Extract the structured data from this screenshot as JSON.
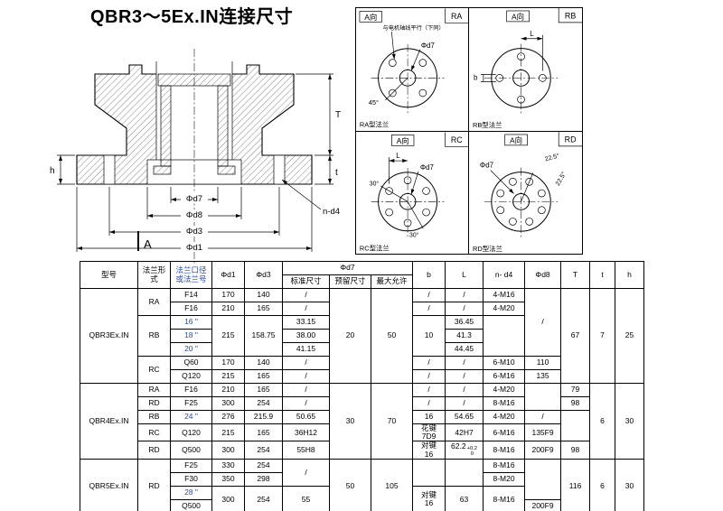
{
  "title": "QBR3～5Ex.IN连接尺寸",
  "drawing": {
    "dims": {
      "d7": "Φd7",
      "d8": "Φd8",
      "d3": "Φd3",
      "d1": "Φd1"
    },
    "T": "T",
    "t": "t",
    "h": "h",
    "nd4": "n-d4",
    "view": "A"
  },
  "views": {
    "ra": {
      "tag": "A向",
      "corner": "RA",
      "note": "与电机轴线平行（下同）",
      "d7": "Φd7",
      "angle": "45°",
      "caption": "RA型法兰"
    },
    "rb": {
      "tag": "A向",
      "corner": "RB",
      "b": "b",
      "L": "L",
      "caption": "RB型法兰"
    },
    "rc": {
      "tag": "A向",
      "corner": "RC",
      "d7": "Φd7",
      "L": "L",
      "angle1": "30°",
      "angle2": "30°",
      "caption": "RC型法兰"
    },
    "rd": {
      "tag": "A向",
      "corner": "RD",
      "d7": "Φd7",
      "angle1": "22.5°",
      "angle2": "22.5°",
      "caption": "RD型法兰"
    }
  },
  "table": {
    "header": [
      [
        {
          "t": "型号",
          "rs": 2
        },
        {
          "t": "法兰形\n式",
          "rs": 2
        },
        {
          "t": "法兰口径\n或法兰号",
          "rs": 2,
          "c": "bl"
        },
        {
          "t": "Φd1",
          "rs": 2
        },
        {
          "t": "Φd3",
          "rs": 2
        },
        {
          "t": "Φd7",
          "cs": 3
        },
        {
          "t": "b",
          "rs": 2
        },
        {
          "t": "L",
          "rs": 2
        },
        {
          "t": "n- d4",
          "rs": 2
        },
        {
          "t": "Φd8",
          "rs": 2
        },
        {
          "t": "T",
          "rs": 2
        },
        {
          "t": "t",
          "rs": 2
        },
        {
          "t": "h",
          "rs": 2
        }
      ],
      [
        {
          "t": "标准尺寸"
        },
        {
          "t": "预留尺寸"
        },
        {
          "t": "最大允许"
        }
      ]
    ],
    "rows": [
      [
        {
          "t": "QBR3Ex.IN",
          "rs": 7
        },
        {
          "t": "RA",
          "rs": 2
        },
        {
          "t": "F14"
        },
        {
          "t": "170"
        },
        {
          "t": "140"
        },
        {
          "t": "/"
        },
        {
          "t": "20",
          "rs": 7
        },
        {
          "t": "50",
          "rs": 7
        },
        {
          "t": "/"
        },
        {
          "t": "/"
        },
        {
          "t": "4-M16"
        },
        {
          "t": "/",
          "rs": 5
        },
        {
          "t": "67",
          "rs": 7
        },
        {
          "t": "7",
          "rs": 7
        },
        {
          "t": "25",
          "rs": 7
        }
      ],
      [
        {
          "t": "F16"
        },
        {
          "t": "210"
        },
        {
          "t": "165"
        },
        {
          "t": "/"
        },
        {
          "t": "/"
        },
        {
          "t": "/"
        },
        {
          "t": "4-M20"
        }
      ],
      [
        {
          "t": "RB",
          "rs": 3
        },
        {
          "t": "16 \"",
          "c": "bl"
        },
        {
          "t": "215",
          "rs": 3
        },
        {
          "t": "158.75",
          "rs": 3
        },
        {
          "t": "33.15"
        },
        {
          "t": "10",
          "rs": 3
        },
        {
          "t": "36.45"
        },
        {
          "t": "",
          "rs": 3
        }
      ],
      [
        {
          "t": "18 \"",
          "c": "bl"
        },
        {
          "t": "38.00"
        },
        {
          "t": "41.3"
        }
      ],
      [
        {
          "t": "20 \"",
          "c": "bl"
        },
        {
          "t": "41.15"
        },
        {
          "t": "44.45"
        }
      ],
      [
        {
          "t": "RC",
          "rs": 2
        },
        {
          "t": "Q60"
        },
        {
          "t": "170"
        },
        {
          "t": "140"
        },
        {
          "t": "/"
        },
        {
          "t": "/"
        },
        {
          "t": "/"
        },
        {
          "t": "6-M10"
        },
        {
          "t": "110"
        }
      ],
      [
        {
          "t": "Q120"
        },
        {
          "t": "215"
        },
        {
          "t": "165"
        },
        {
          "t": "/"
        },
        {
          "t": "/"
        },
        {
          "t": "/"
        },
        {
          "t": "6-M16"
        },
        {
          "t": "135"
        }
      ],
      [
        {
          "t": "QBR4Ex.IN",
          "rs": 5
        },
        {
          "t": "RA"
        },
        {
          "t": "F16"
        },
        {
          "t": "210"
        },
        {
          "t": "165"
        },
        {
          "t": "/"
        },
        {
          "t": "30",
          "rs": 5
        },
        {
          "t": "70",
          "rs": 5
        },
        {
          "t": "/"
        },
        {
          "t": "/"
        },
        {
          "t": "4-M20"
        },
        {
          "t": "",
          "rs": 2
        },
        {
          "t": "79"
        },
        {
          "t": "6",
          "rs": 5
        },
        {
          "t": "30",
          "rs": 5
        }
      ],
      [
        {
          "t": "RD"
        },
        {
          "t": "F25"
        },
        {
          "t": "300"
        },
        {
          "t": "254"
        },
        {
          "t": "/"
        },
        {
          "t": "/"
        },
        {
          "t": "/"
        },
        {
          "t": "8-M16"
        },
        {
          "t": "98"
        }
      ],
      [
        {
          "t": "RB"
        },
        {
          "t": "24 \"",
          "c": "bl"
        },
        {
          "t": "276"
        },
        {
          "t": "215.9"
        },
        {
          "t": "50.65"
        },
        {
          "t": "16"
        },
        {
          "t": "54.65"
        },
        {
          "t": "4-M20"
        },
        {
          "t": "/"
        },
        {
          "t": "",
          "rs": 2
        }
      ],
      [
        {
          "t": "RC"
        },
        {
          "t": "Q120"
        },
        {
          "t": "215"
        },
        {
          "t": "165"
        },
        {
          "t": "36H12"
        },
        {
          "t": "花键\n7D9"
        },
        {
          "t": "42H7"
        },
        {
          "t": "6-M16"
        },
        {
          "t": "135F9"
        }
      ],
      [
        {
          "t": "RD"
        },
        {
          "t": "Q500"
        },
        {
          "t": "300"
        },
        {
          "t": "254"
        },
        {
          "t": "55H8"
        },
        {
          "t": "对键\n16"
        },
        {
          "t": "62.2",
          "sup": "+0.2",
          "sub": "0"
        },
        {
          "t": "8-M16"
        },
        {
          "t": "200F9"
        },
        {
          "t": "98"
        }
      ],
      [
        {
          "t": "QBR5Ex.IN",
          "rs": 4
        },
        {
          "t": "RD",
          "rs": 4
        },
        {
          "t": "F25"
        },
        {
          "t": "330"
        },
        {
          "t": "254"
        },
        {
          "t": "/",
          "rs": 2
        },
        {
          "t": "50",
          "rs": 4
        },
        {
          "t": "105",
          "rs": 4
        },
        {
          "t": "",
          "rs": 2
        },
        {
          "t": "",
          "rs": 2
        },
        {
          "t": "8-M16"
        },
        {
          "t": "",
          "rs": 3
        },
        {
          "t": "116",
          "rs": 4
        },
        {
          "t": "6",
          "rs": 4
        },
        {
          "t": "30",
          "rs": 4
        }
      ],
      [
        {
          "t": "F30"
        },
        {
          "t": "350"
        },
        {
          "t": "298"
        },
        {
          "t": "8-M20"
        }
      ],
      [
        {
          "t": "28 \"",
          "c": "bl"
        },
        {
          "t": "300",
          "rs": 2
        },
        {
          "t": "254",
          "rs": 2
        },
        {
          "t": "55",
          "rs": 2
        },
        {
          "t": "对键\n16",
          "rs": 2
        },
        {
          "t": "63",
          "rs": 2
        },
        {
          "t": "8-M16",
          "rs": 2
        }
      ],
      [
        {
          "t": "Q500"
        },
        {
          "t": "200F9"
        }
      ]
    ]
  }
}
